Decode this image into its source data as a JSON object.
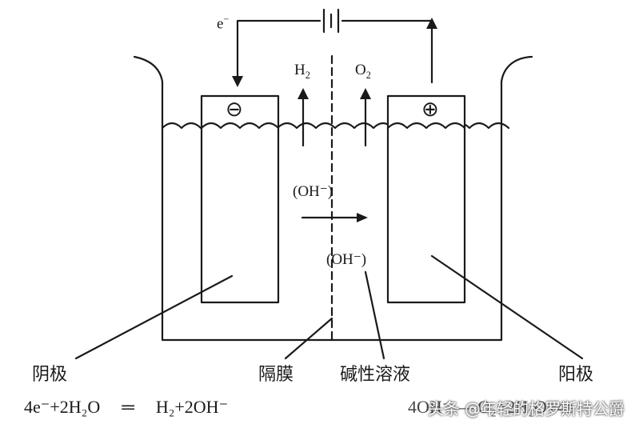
{
  "labels": {
    "electron": "e",
    "electron_charge": "−",
    "h2": "H",
    "h2_sub": "2",
    "o2": "O",
    "o2_sub": "2",
    "cathode_sign": "⊖",
    "anode_sign": "⊕",
    "oh_top": "(OH⁻)",
    "oh_mid": "(OH⁻)",
    "cathode": "阴极",
    "membrane": "隔膜",
    "solution": "碱性溶液",
    "anode": "阳极"
  },
  "equations": {
    "cathode_left": "4e⁻+2H₂O",
    "equals": "═",
    "cathode_right": "H₂+2OH⁻",
    "anode_partial": "4OH⁻ — O₂+2H₂O+4e"
  },
  "watermark": "头条 @年轻的格罗斯特公爵",
  "colors": {
    "ink": "#1a1a1a",
    "background": "#ffffff"
  }
}
